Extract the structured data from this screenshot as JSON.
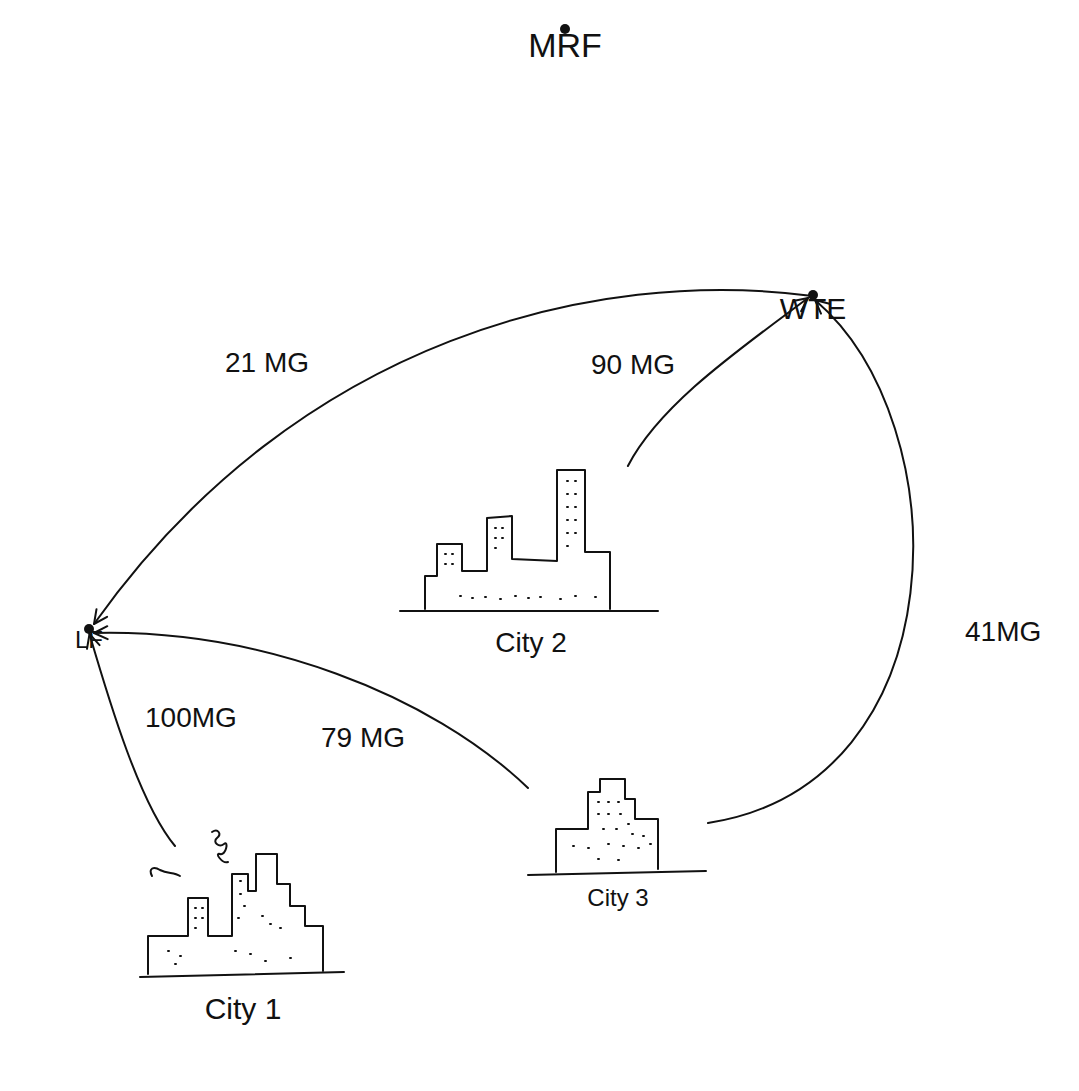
{
  "diagram": {
    "nodes": [
      {
        "text": [
          "MRF"
        ]
      },
      {
        "text": [
          "WTE"
        ]
      },
      {
        "text": [
          "City 2"
        ]
      },
      {
        "text": [
          "LF"
        ]
      },
      {
        "text": [
          "City 3"
        ]
      },
      {
        "text": [
          "City 1"
        ]
      }
    ],
    "edges": [
      {
        "from": 1,
        "to": 3,
        "arrow": "to",
        "label": "21 MG"
      },
      {
        "from": 2,
        "to": 1,
        "arrow": "to",
        "label": "90 MG"
      },
      {
        "from": 4,
        "to": 1,
        "arrow": "to",
        "label": "41MG"
      },
      {
        "from": 4,
        "to": 3,
        "arrow": "to",
        "label": "79 MG"
      },
      {
        "from": 5,
        "to": 3,
        "arrow": "to",
        "label": "100MG"
      }
    ]
  }
}
